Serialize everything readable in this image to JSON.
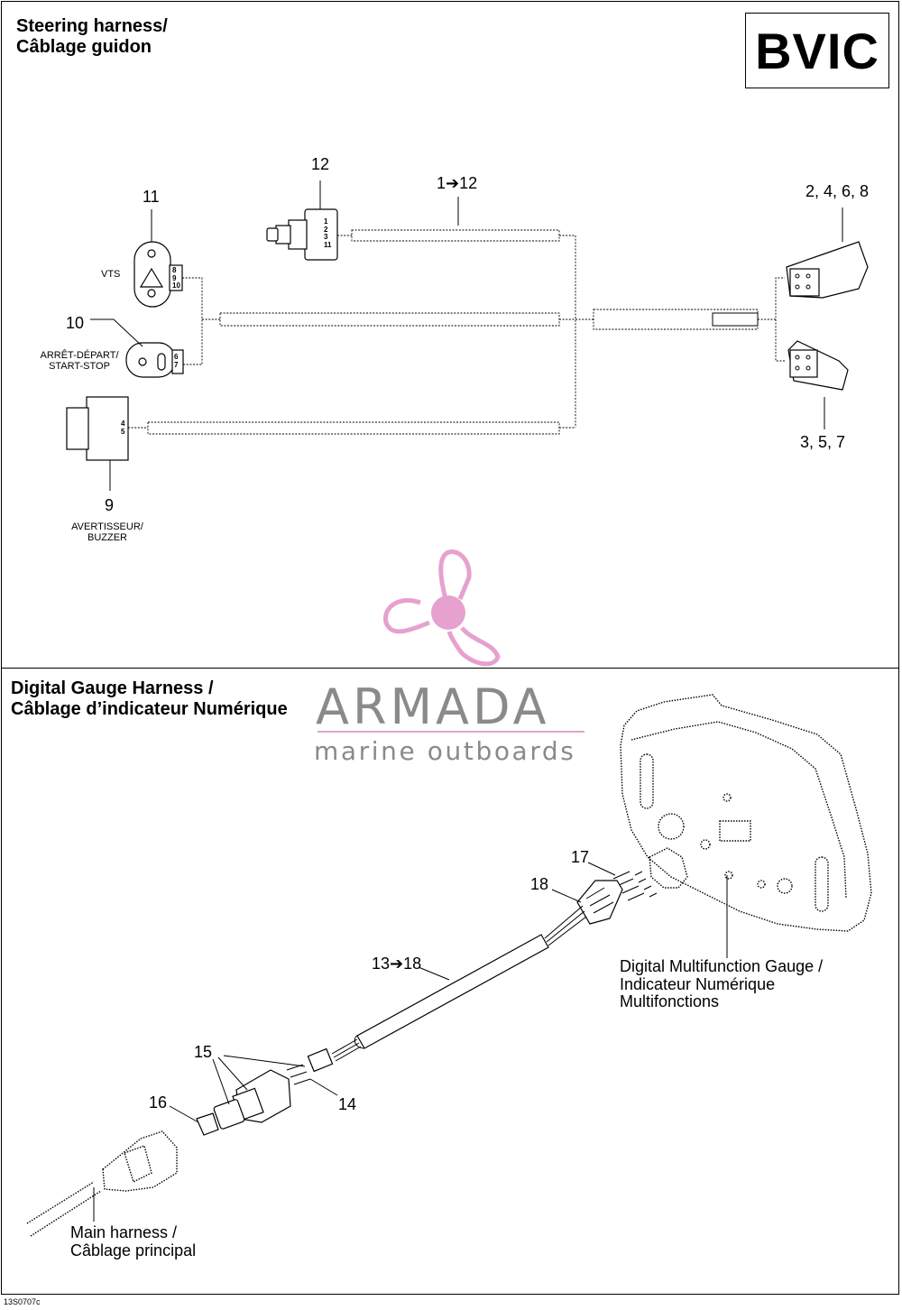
{
  "badge": "BVIC",
  "sections": {
    "steering": {
      "title_line1": "Steering harness/",
      "title_line2": "Câblage guidon"
    },
    "gauge": {
      "title_line1": "Digital Gauge Harness /",
      "title_line2": "Câblage d’indicateur Numérique"
    }
  },
  "callouts": {
    "c12": "12",
    "c1_12": "1➔12",
    "c11": "11",
    "c10": "10",
    "c9": "9",
    "c2468": "2, 4, 6, 8",
    "c357": "3, 5, 7",
    "c17": "17",
    "c18": "18",
    "c13_18": "13➔18",
    "c15": "15",
    "c16": "16",
    "c14": "14"
  },
  "components": {
    "vts": "VTS",
    "start_stop_line1": "ARRÊT-DÉPART/",
    "start_stop_line2": "START-STOP",
    "buzzer_line1": "AVERTISSEUR/",
    "buzzer_line2": "BUZZER"
  },
  "pins": {
    "p12": [
      "1",
      "2",
      "3",
      "11"
    ],
    "p11": [
      "8",
      "9",
      "10"
    ],
    "p10": [
      "6",
      "7"
    ],
    "p9": [
      "4",
      "5"
    ]
  },
  "descriptions": {
    "gauge_line1": "Digital Multifunction Gauge /",
    "gauge_line2": "Indicateur Numérique",
    "gauge_line3": "Multifonctions",
    "main_line1": "Main harness /",
    "main_line2": "Câblage principal"
  },
  "watermark": {
    "name": "ARMADA",
    "tagline": "marine outboards",
    "accent": "#e6a1cf"
  },
  "drawing_code": "13S0707c"
}
